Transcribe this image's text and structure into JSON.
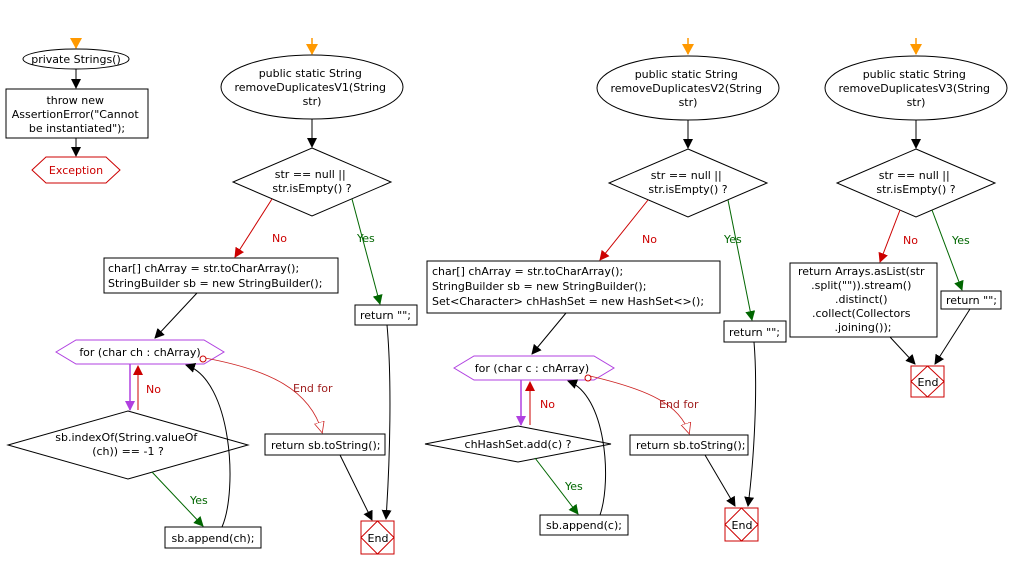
{
  "colors": {
    "entry_arrow": "#ff9900",
    "no_edge": "#cc0000",
    "yes_edge": "#006600",
    "loop_outline": "#b040e0",
    "exception_outline": "#cc0000"
  },
  "labels": {
    "no": "No",
    "yes": "Yes",
    "end_for": "End for",
    "end": "End"
  },
  "ctor": {
    "signature": "private Strings()",
    "throw_lines": [
      "throw new",
      "AssertionError(\"Cannot",
      "be instantiated\");"
    ],
    "exception": "Exception"
  },
  "v1": {
    "signature_lines": [
      "public static String",
      "removeDuplicatesV1(String",
      "str)"
    ],
    "condition_lines": [
      "str == null ||",
      "str.isEmpty() ?"
    ],
    "init_lines": [
      "char[] chArray = str.toCharArray();",
      "StringBuilder sb = new StringBuilder();"
    ],
    "loop": "for (char ch : chArray)",
    "inner_condition_lines": [
      "sb.indexOf(String.valueOf",
      "(ch)) == -1 ?"
    ],
    "append": "sb.append(ch);",
    "return_empty": "return \"\";",
    "return_result": "return sb.toString();"
  },
  "v2": {
    "signature_lines": [
      "public static String",
      "removeDuplicatesV2(String",
      "str)"
    ],
    "condition_lines": [
      "str == null ||",
      "str.isEmpty() ?"
    ],
    "init_lines": [
      "char[] chArray = str.toCharArray();",
      "StringBuilder sb = new StringBuilder();",
      "Set<Character> chHashSet = new HashSet<>();"
    ],
    "loop": "for (char c : chArray)",
    "inner_condition": "chHashSet.add(c) ?",
    "append": "sb.append(c);",
    "return_empty": "return \"\";",
    "return_result": "return sb.toString();"
  },
  "v3": {
    "signature_lines": [
      "public static String",
      "removeDuplicatesV3(String",
      "str)"
    ],
    "condition_lines": [
      "str == null ||",
      "str.isEmpty() ?"
    ],
    "return_stream_lines": [
      "return Arrays.asList(str",
      ".split(\"\")).stream()",
      ".distinct()",
      ".collect(Collectors",
      ".joining());"
    ],
    "return_empty": "return \"\";"
  }
}
